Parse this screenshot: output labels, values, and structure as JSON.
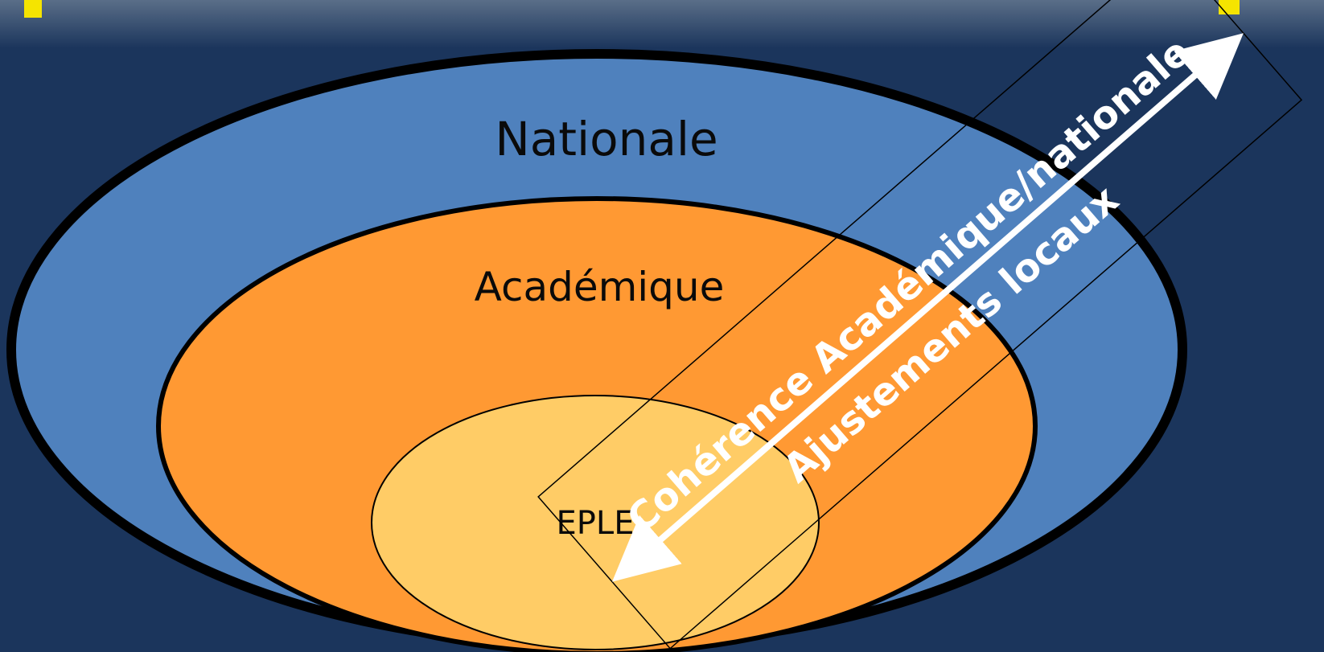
{
  "diagram": {
    "levels": [
      {
        "id": "nationale",
        "label": "Nationale",
        "fill": "#4f81bd"
      },
      {
        "id": "academique",
        "label": "Académique",
        "fill": "#ff9933"
      },
      {
        "id": "eple",
        "label": "EPLE",
        "fill": "#ffcc66"
      }
    ],
    "arrow": {
      "line1": "Cohérence  Académique/nationale",
      "line2": "Ajustements locaux",
      "color": "#ffffff"
    }
  },
  "colors": {
    "background": "#1b355c",
    "outline": "#000000"
  }
}
